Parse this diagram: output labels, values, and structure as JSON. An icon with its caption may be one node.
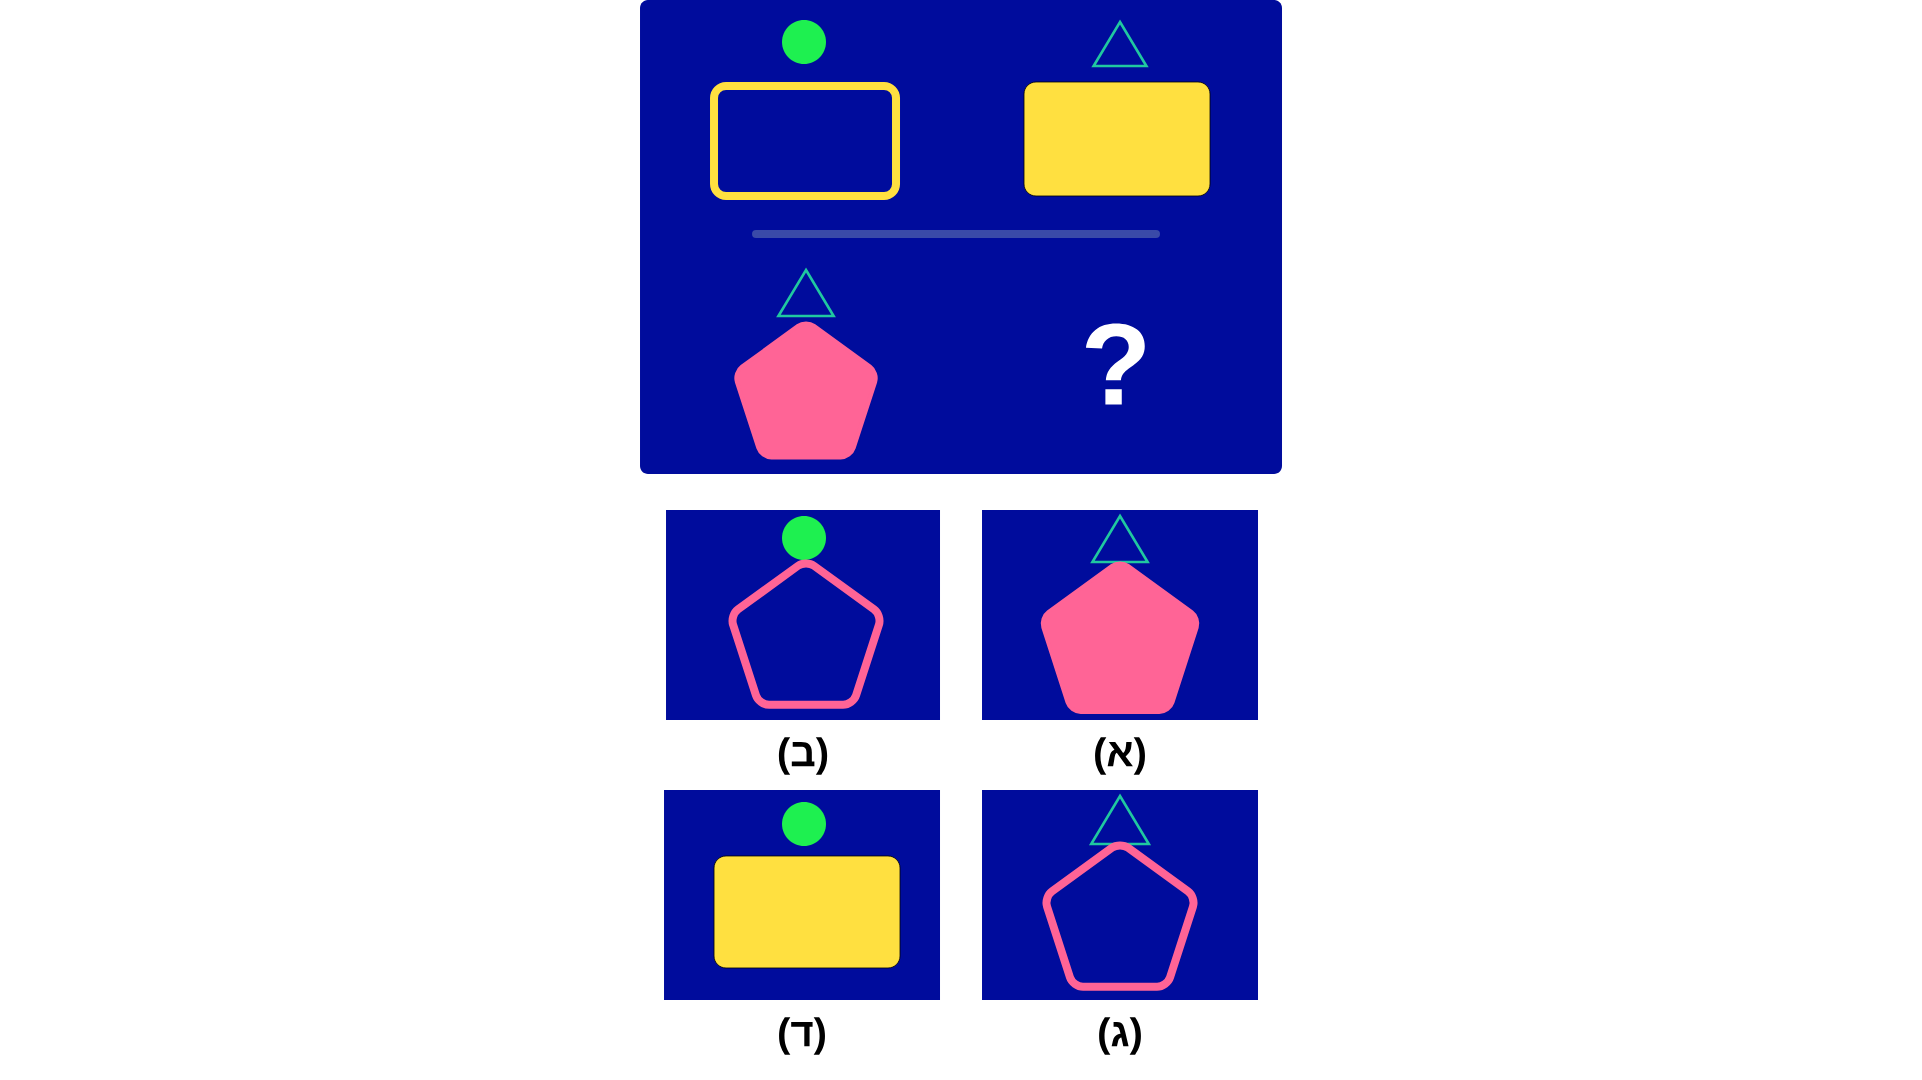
{
  "diagram": {
    "labels": [
      "?",
      "(א)",
      "(ב)",
      "(ג)",
      "(ד)"
    ]
  }
}
